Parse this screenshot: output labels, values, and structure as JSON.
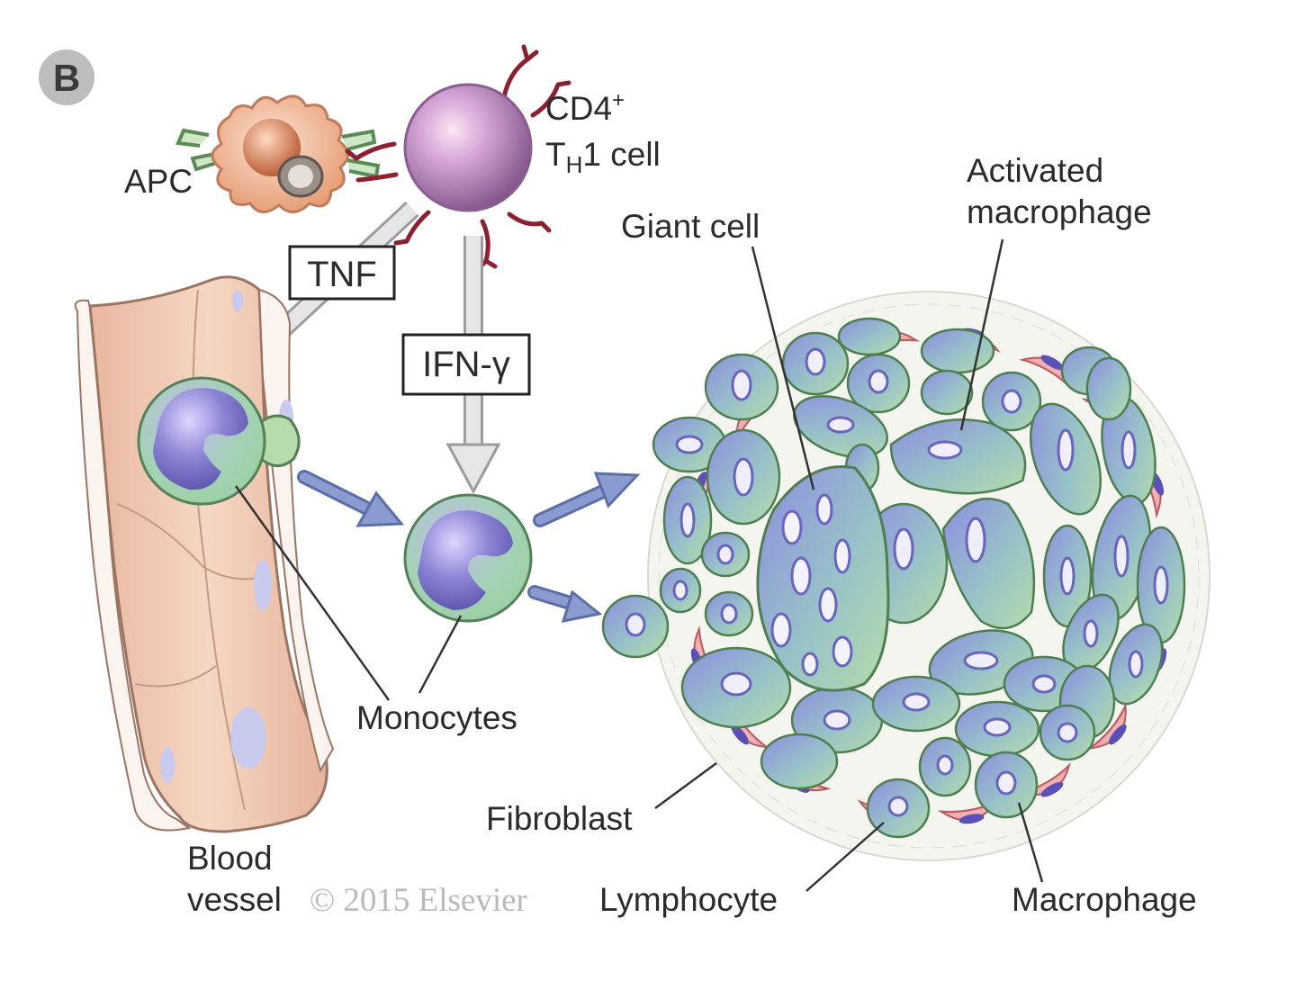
{
  "panel_badge": "B",
  "labels": {
    "cd4_line1": "CD4",
    "cd4_sup": "+",
    "th_t": "T",
    "th_sub": "H",
    "th_rest": "1 cell",
    "apc": "APC",
    "tnf": "TNF",
    "ifn": "IFN-γ",
    "giant_cell": "Giant cell",
    "activated_line1": "Activated",
    "activated_line2": "macrophage",
    "monocytes": "Monocytes",
    "fibroblast": "Fibroblast",
    "blood_line1": "Blood",
    "blood_line2": "vessel",
    "copyright": "© 2015 Elsevier",
    "lymphocyte": "Lymphocyte",
    "macrophage": "Macrophage"
  },
  "colors": {
    "membrane_green": "#b9dcae",
    "nucleus_purple": "#7a73c8",
    "fibroblast_pink": "#e9a0a3",
    "vessel_skin": "#f3cdb7",
    "th1_cell": "#c49ad0",
    "apc_orange": "#e8a47e",
    "flow_arrow_blue": "#7485bd",
    "cytokine_arrow_gray": "#d4d4d4"
  }
}
